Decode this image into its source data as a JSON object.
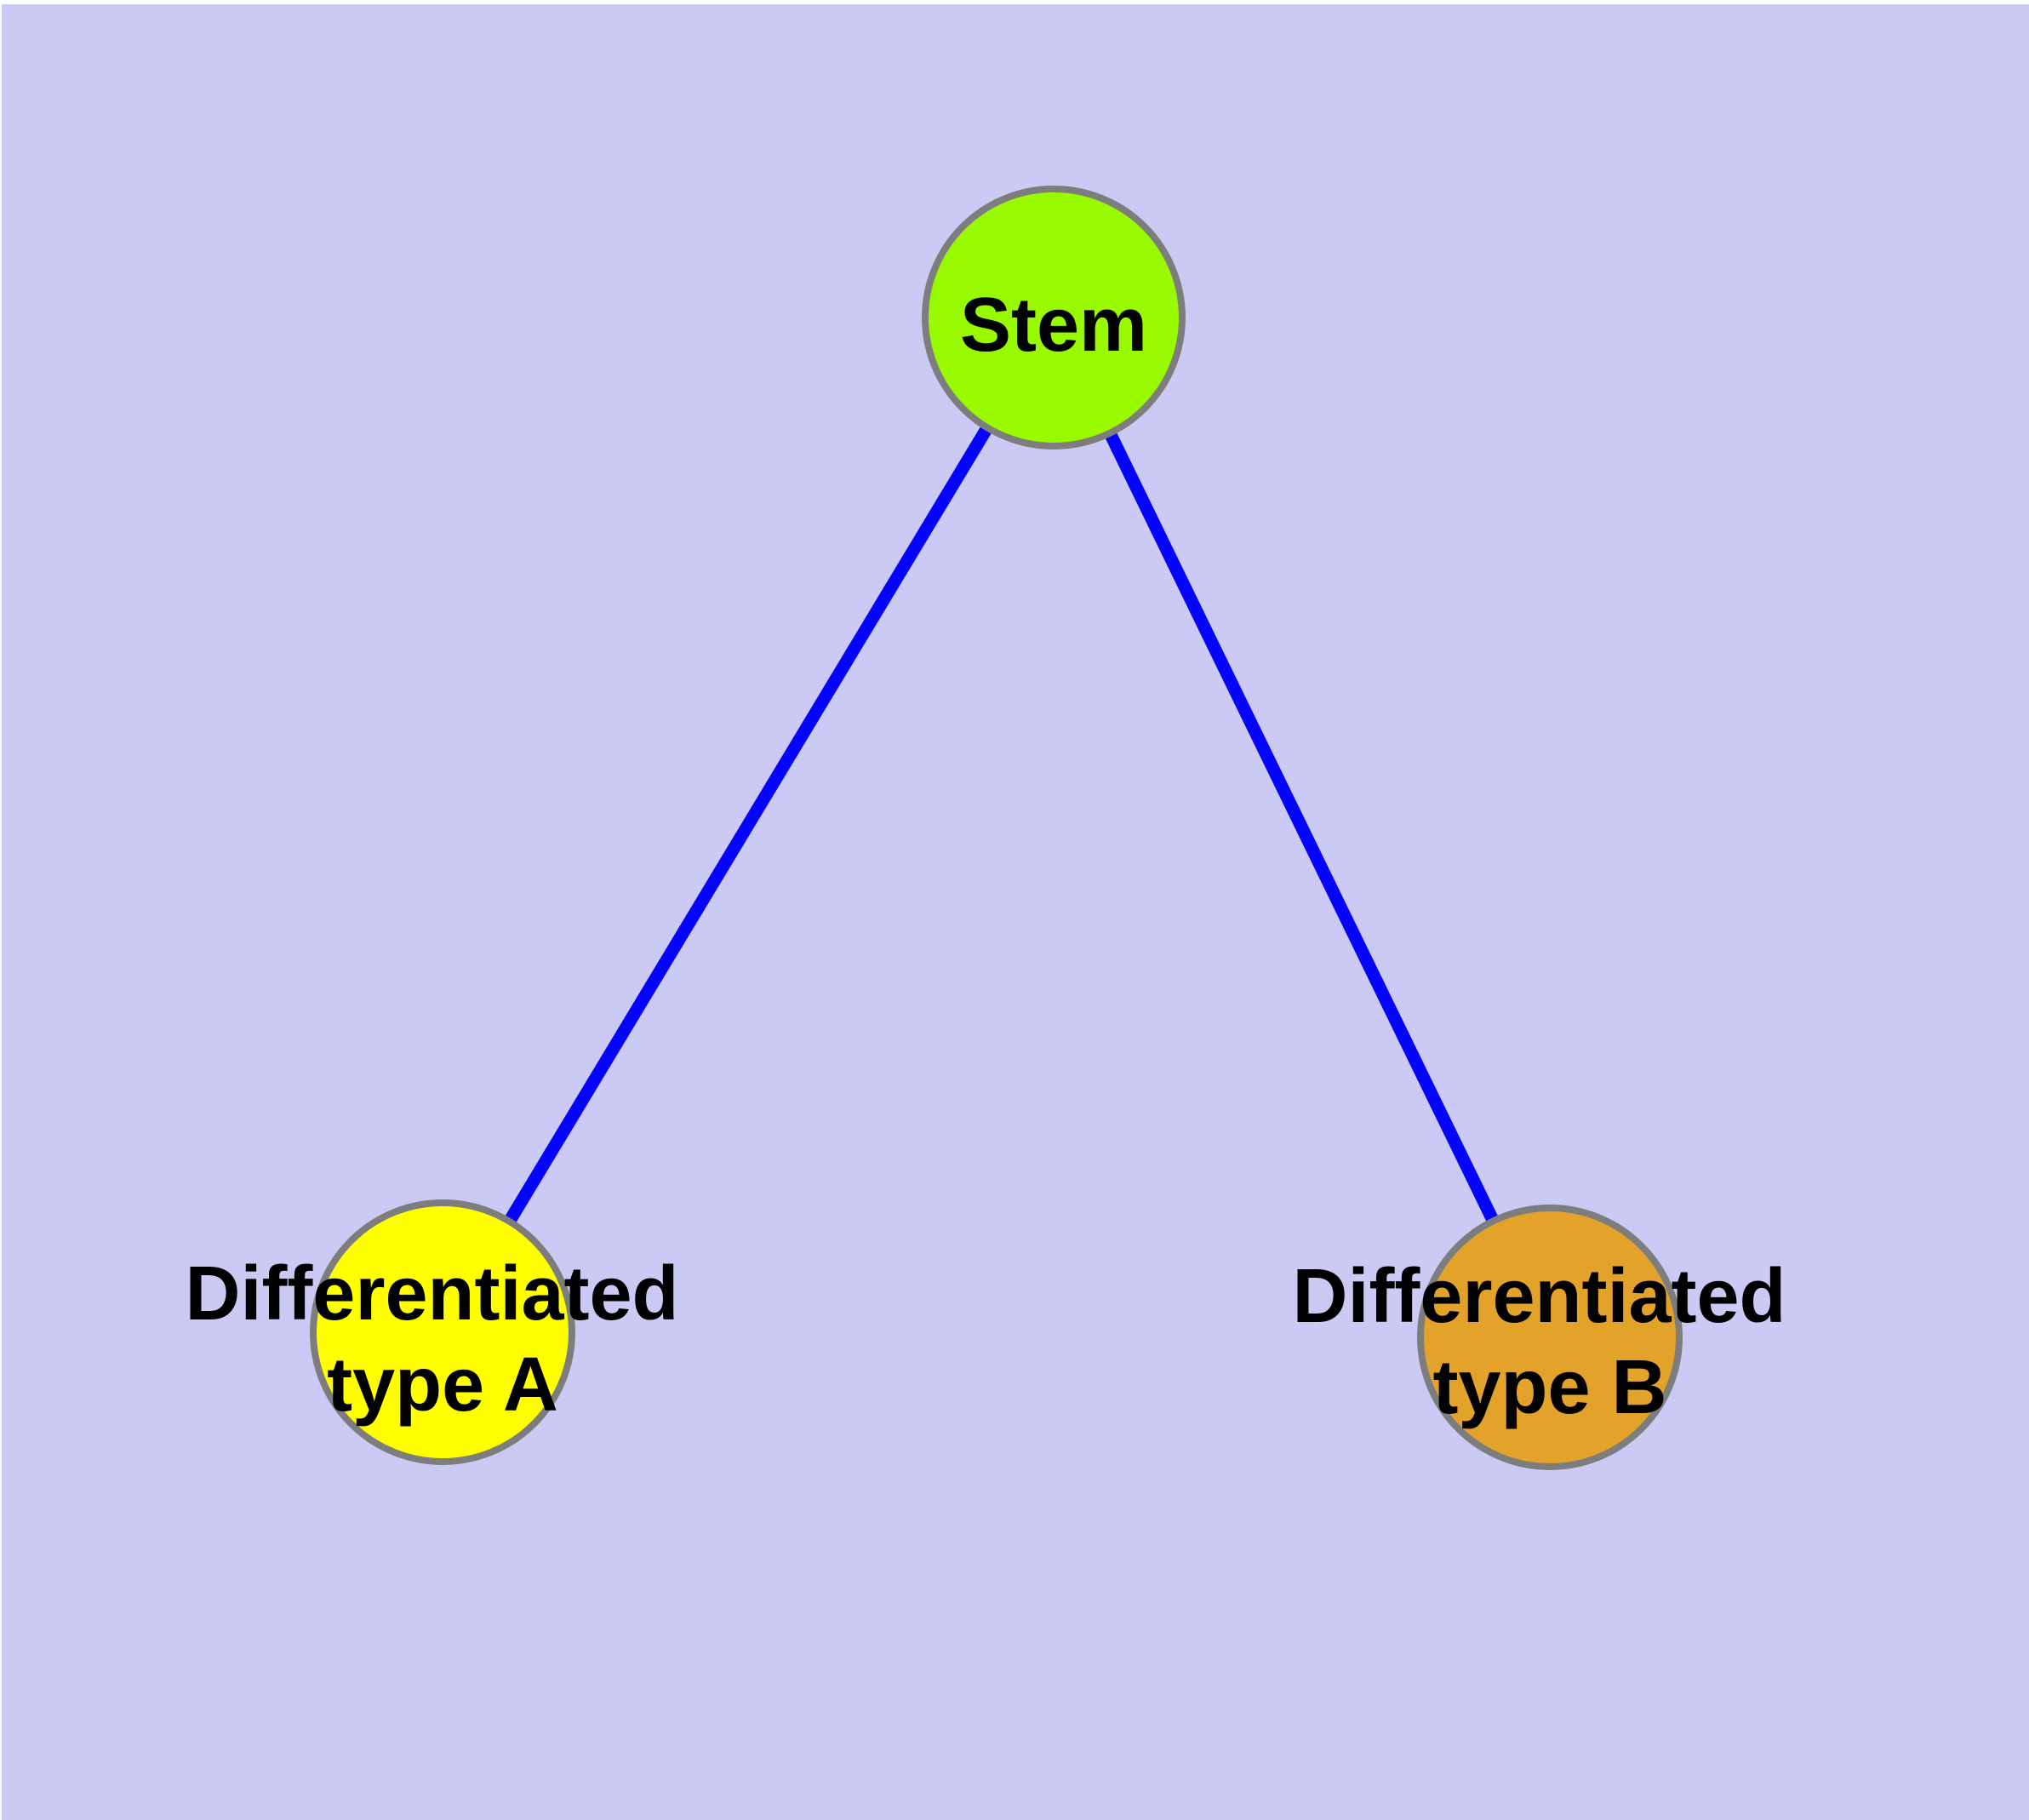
{
  "diagram": {
    "title": "",
    "background_color": "#CACAF5",
    "edge_color": "#0404FB",
    "node_border_color": "#7D7D7D",
    "label_color": "#000000",
    "nodes": [
      {
        "id": "stem",
        "label": "Stem",
        "fill": "#99FA00"
      },
      {
        "id": "differentiated-type-a",
        "label_line1": "Differentiated",
        "label_line2": "type A",
        "fill": "#FFFF00"
      },
      {
        "id": "differentiated-type-b",
        "label_line1": "Differentiated",
        "label_line2": "type B",
        "fill": "#E3A229"
      }
    ],
    "edges": [
      {
        "from": "stem",
        "to": "differentiated-type-a"
      },
      {
        "from": "stem",
        "to": "differentiated-type-b"
      }
    ]
  }
}
